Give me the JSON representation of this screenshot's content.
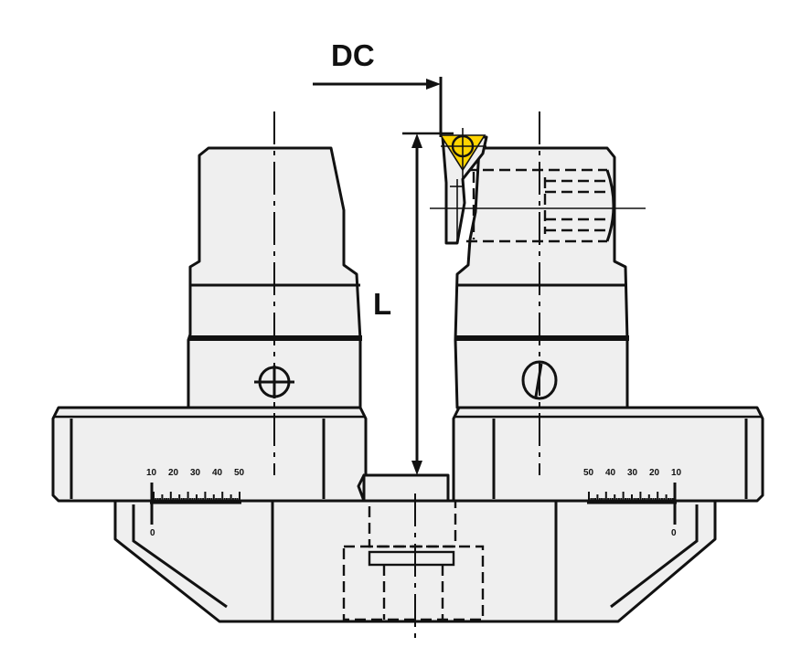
{
  "dimensions": {
    "dc_label": "DC",
    "l_label": "L"
  },
  "scale_left": {
    "ticks": [
      "10",
      "20",
      "30",
      "40",
      "50"
    ],
    "zero_label": "0"
  },
  "scale_right": {
    "ticks": [
      "50",
      "40",
      "30",
      "20",
      "10"
    ],
    "zero_label": "0"
  },
  "colors": {
    "insert": "#ffd400",
    "body_fill": "#efefef",
    "line": "#111111"
  }
}
